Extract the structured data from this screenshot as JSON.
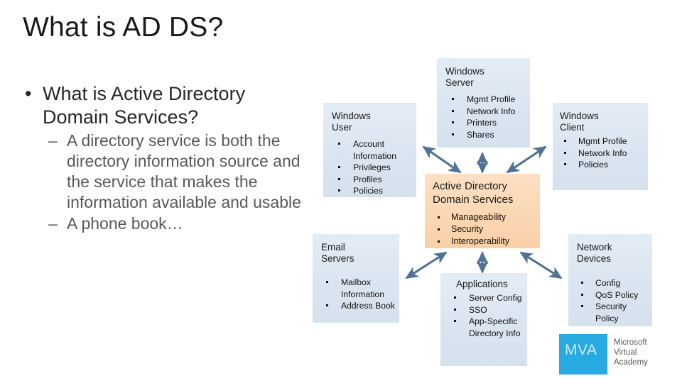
{
  "slide": {
    "title": "What is AD DS?",
    "body": [
      {
        "level": 1,
        "bullet": "•",
        "text": "What is Active Directory Domain Services?"
      },
      {
        "level": 2,
        "bullet": "–",
        "text": "A directory service is both the directory information source and the service that makes the information available and usable"
      },
      {
        "level": 2,
        "bullet": "–",
        "text": "A phone book…"
      }
    ]
  },
  "diagram": {
    "colors": {
      "node_fill": "#dbe5f1",
      "accent_fill": "#fbd6b1",
      "arrow": "#4f7296",
      "text": "#111111"
    },
    "nodes": [
      {
        "id": "windows-server",
        "title": "Windows\nServer",
        "title_line1": "Windows",
        "title_line2": "Server",
        "items": [
          "Mgmt Profile",
          "Network Info",
          "Printers",
          "Shares"
        ]
      },
      {
        "id": "windows-user",
        "title_line1": "Windows",
        "title_line2": "User",
        "items": [
          "Account Information",
          "Privileges",
          "Profiles",
          "Policies"
        ]
      },
      {
        "id": "windows-client",
        "title_line1": "Windows",
        "title_line2": "Client",
        "items": [
          "Mgmt Profile",
          "Network Info",
          "Policies"
        ]
      },
      {
        "id": "adds",
        "title_line1": "Active Directory",
        "title_line2": "Domain Services",
        "items": [
          "Manageability",
          "Security",
          "Interoperability"
        ],
        "accent": true
      },
      {
        "id": "email-servers",
        "title_line1": "Email",
        "title_line2": "Servers",
        "items": [
          "Mailbox Information",
          "Address Book"
        ]
      },
      {
        "id": "applications",
        "title_line1": "Applications",
        "title_line2": "",
        "items": [
          "Server Config",
          "SSO",
          "App-Specific Directory Info"
        ]
      },
      {
        "id": "network-devices",
        "title_line1": "Network",
        "title_line2": "Devices",
        "items": [
          "Config",
          "QoS Policy",
          "Security Policy"
        ]
      }
    ]
  },
  "logo": {
    "mark": "MVA",
    "wordmark_line1": "Microsoft",
    "wordmark_line2": "Virtual",
    "wordmark_line3": "Academy"
  }
}
